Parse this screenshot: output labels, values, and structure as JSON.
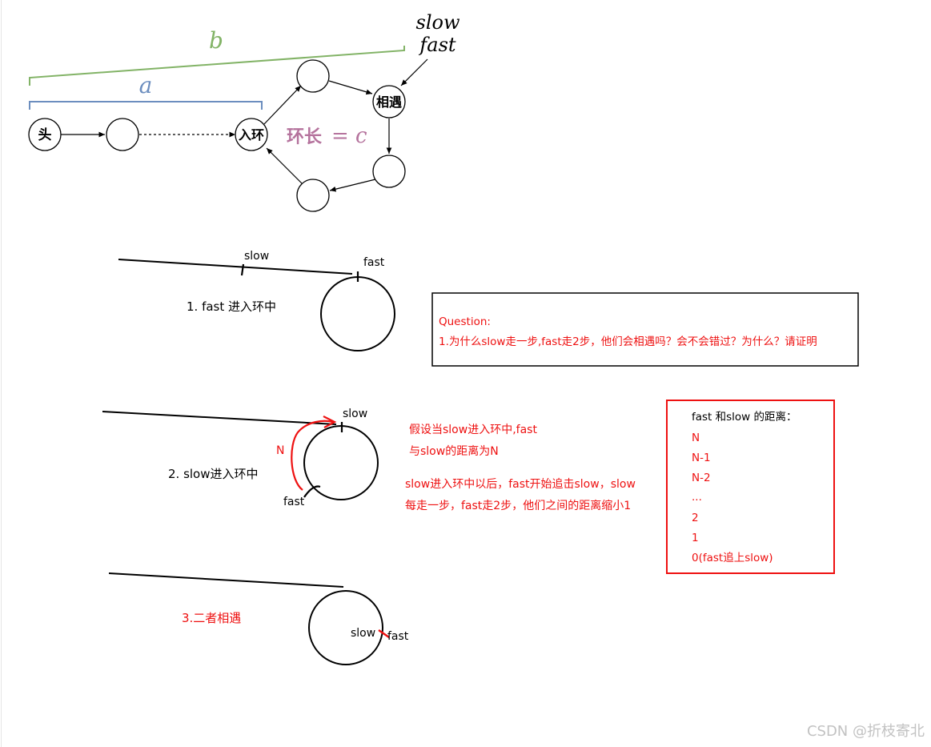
{
  "top_diagram": {
    "brace_b": "b",
    "brace_a": "a",
    "pointer_label_line1": "slow",
    "pointer_label_line2": "fast",
    "node_head": "头",
    "node_entry": "入环",
    "node_meet": "相遇",
    "cycle_label_text": "环长",
    "cycle_label_eq": "= c",
    "colors": {
      "brace_b": "#82b366",
      "brace_a": "#6c8ebf",
      "cycle_label": "#b5739d"
    }
  },
  "step1": {
    "caption": "1. fast 进入环中",
    "slow_label": "slow",
    "fast_label": "fast"
  },
  "question": {
    "title": "Question:",
    "text": "1.为什么slow走一步,fast走2步，他们会相遇吗？会不会错过？为什么？请证明"
  },
  "step2": {
    "caption": "2. slow进入环中",
    "slow_label": "slow",
    "fast_label": "fast",
    "n_label": "N",
    "note1_line1": "假设当slow进入环中,fast",
    "note1_line2": "与slow的距离为N",
    "note2_line1": "slow进入环中以后，fast开始追击slow，slow",
    "note2_line2": "每走一步，fast走2步，他们之间的距离缩小1"
  },
  "distance_box": {
    "title": "fast 和slow 的距离：",
    "items": [
      "N",
      "N-1",
      "N-2",
      "...",
      "2",
      "1",
      "0(fast追上slow)"
    ]
  },
  "step3": {
    "caption": "3.二者相遇",
    "slow_label": "slow",
    "fast_label": "fast"
  },
  "watermark": "CSDN @折枝寄北",
  "accent_red": "#ee1111"
}
